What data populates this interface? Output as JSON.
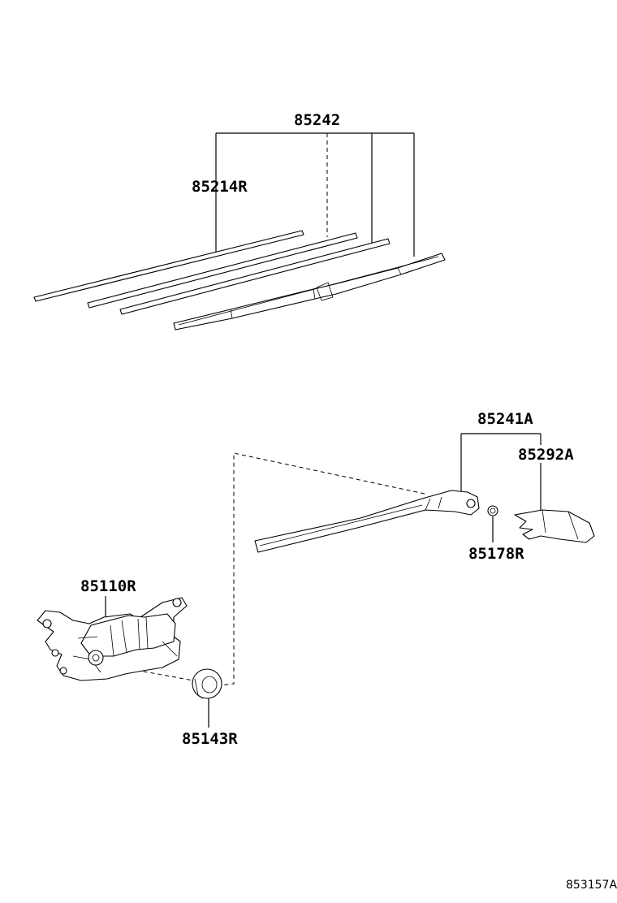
{
  "labels": {
    "p85242": "85242",
    "p85214R": "85214R",
    "p85241A": "85241A",
    "p85292A": "85292A",
    "p85178R": "85178R",
    "p85110R": "85110R",
    "p85143R": "85143R"
  },
  "diagram_code": "853157A"
}
